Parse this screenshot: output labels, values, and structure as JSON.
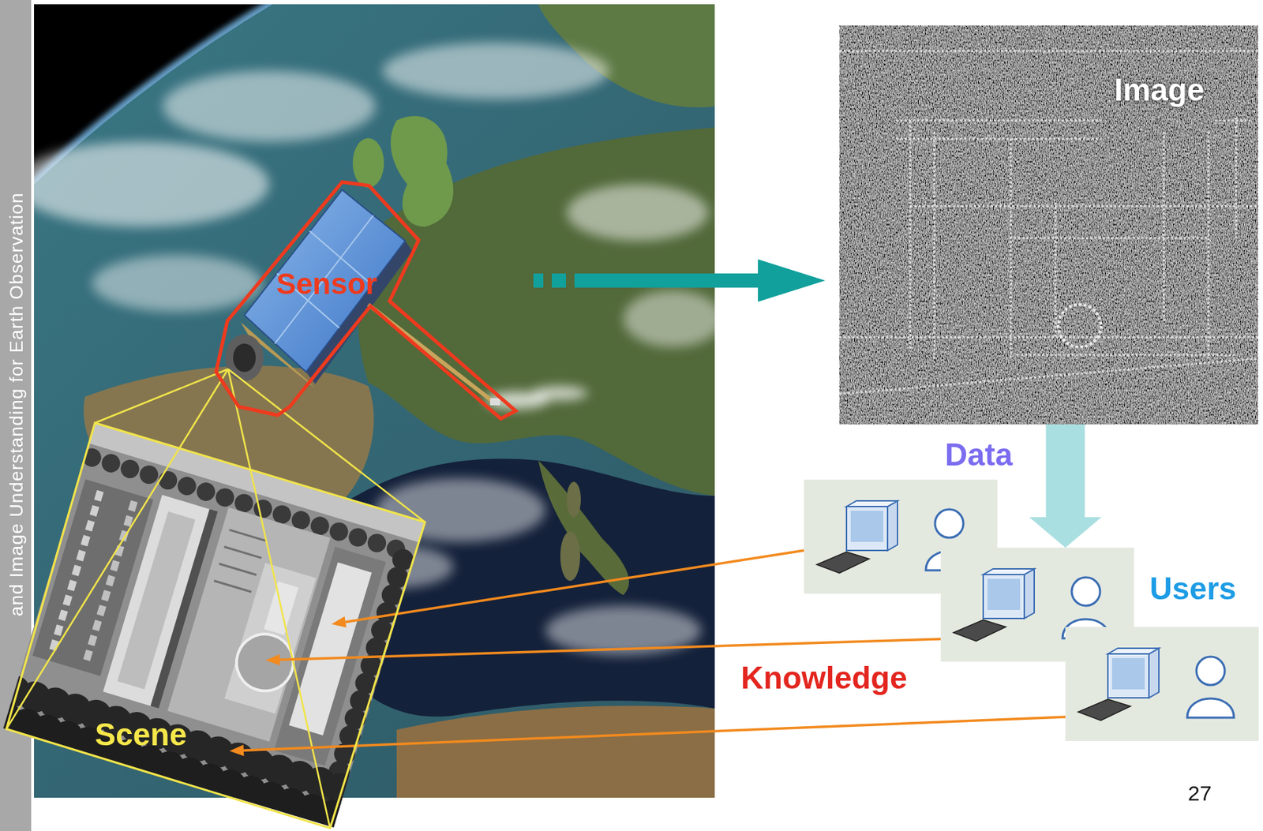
{
  "diagram": {
    "nodes": [
      {
        "text": [
          "Sensor"
        ]
      },
      {
        "text": [
          "Image"
        ]
      },
      {
        "text": [
          "Scene"
        ]
      },
      {
        "text": []
      },
      {
        "text": [
          "Users"
        ]
      },
      {
        "text": []
      }
    ],
    "edges": [
      {
        "from": 0,
        "to": 1,
        "arrow": "to"
      },
      {
        "from": 1,
        "to": 4,
        "label": "Data",
        "arrow": "to"
      },
      {
        "from": 3,
        "to": 2,
        "arrow": "to"
      },
      {
        "from": 4,
        "to": 2,
        "arrow": "to"
      },
      {
        "from": 5,
        "to": 2,
        "arrow": "to"
      }
    ],
    "labels": [
      "and Image Understanding for Earth Observation",
      "Knowledge",
      "27"
    ]
  }
}
